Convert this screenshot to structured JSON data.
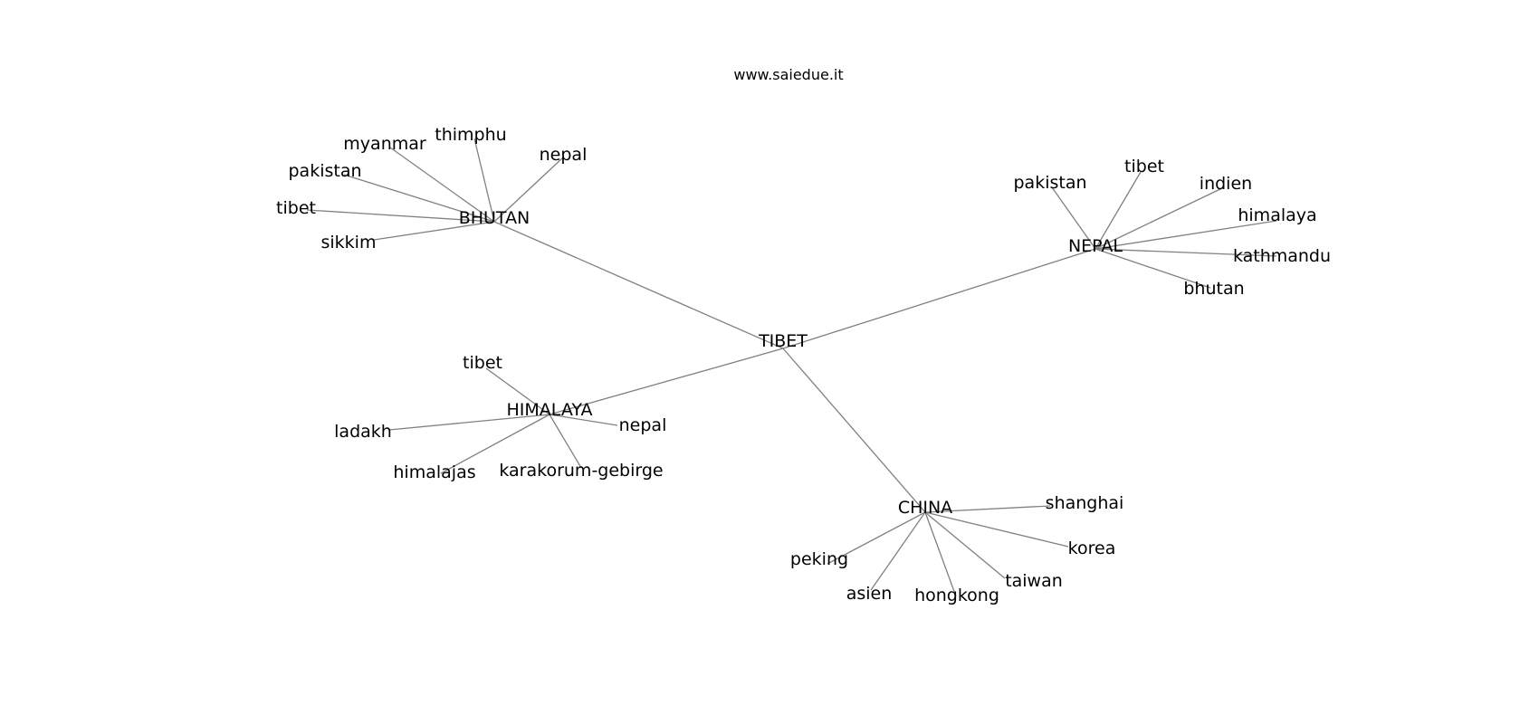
{
  "watermark": "www.saiedue.it",
  "graph": {
    "center": "TIBET",
    "edge_color": "#808080",
    "text_color": "#000000",
    "hubs": [
      {
        "label": "BHUTAN",
        "children": [
          "nepal",
          "thimphu",
          "myanmar",
          "pakistan",
          "tibet",
          "sikkim"
        ]
      },
      {
        "label": "NEPAL",
        "children": [
          "pakistan",
          "tibet",
          "indien",
          "himalaya",
          "kathmandu",
          "bhutan"
        ]
      },
      {
        "label": "HIMALAYA",
        "children": [
          "tibet",
          "ladakh",
          "nepal",
          "himalajas",
          "karakorum-gebirge"
        ]
      },
      {
        "label": "CHINA",
        "children": [
          "shanghai",
          "korea",
          "peking",
          "asien",
          "hongkong",
          "taiwan"
        ]
      }
    ]
  }
}
